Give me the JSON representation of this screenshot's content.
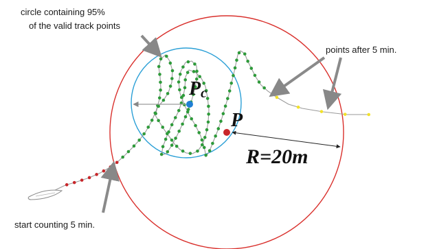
{
  "annotations": {
    "circle_label_line1": "circle containing 95%",
    "circle_label_line2": "of the valid track points",
    "points_after": "points after 5 min.",
    "start_counting": "start counting 5 min.",
    "pc_main": "P",
    "pc_sub": "c",
    "p_label": "P",
    "radius_label": "R=20m"
  },
  "colors": {
    "outer_circle": "#d9302c",
    "inner_circle": "#2a9fd6",
    "track_line": "#9a9a9a",
    "valid_points": "#2e9a3a",
    "early_points": "#c8262a",
    "late_points": "#f2e12a",
    "center_pc": "#1f7fd4",
    "point_p": "#c8262a",
    "arrows": "#888888"
  },
  "icons": {
    "boat": "boat-outline-icon"
  }
}
